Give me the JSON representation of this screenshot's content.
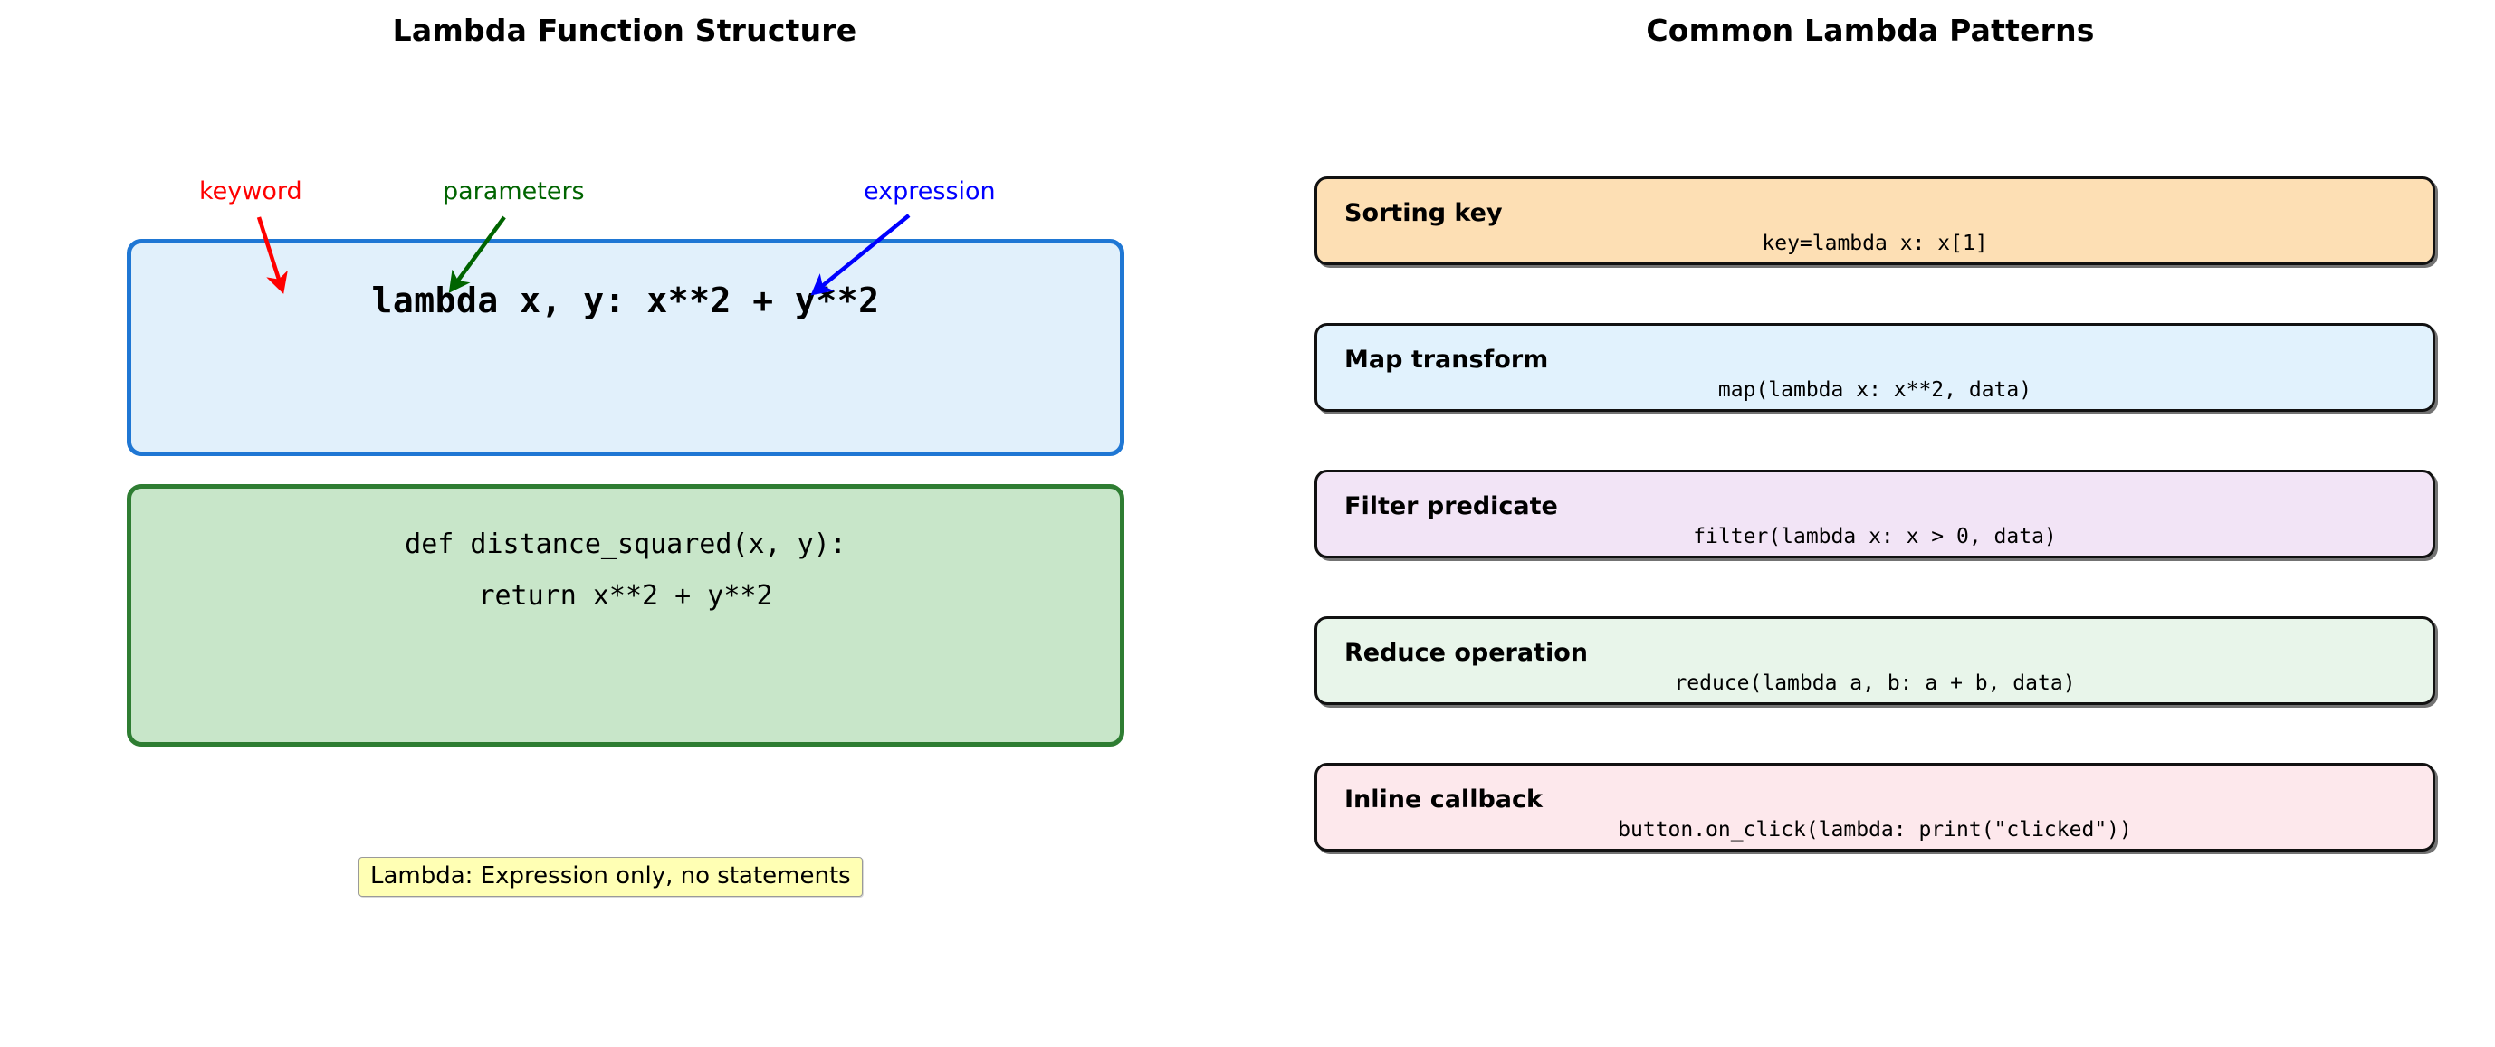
{
  "titles": {
    "left": "Lambda Function Structure",
    "right": "Common Lambda Patterns"
  },
  "left_panel": {
    "lambda_box": {
      "code": "lambda x, y: x**2 + y**2",
      "fill_color": "#e1f0fb",
      "border_color": "#1f77d4"
    },
    "def_box": {
      "line1": "def distance_squared(x, y):",
      "line2": "return x**2 + y**2",
      "fill_color": "#c8e6c9",
      "border_color": "#2e7d32"
    },
    "annotations": [
      {
        "label": "keyword",
        "color": "#ff0000"
      },
      {
        "label": "parameters",
        "color": "#006400"
      },
      {
        "label": "expression",
        "color": "#0000ff"
      }
    ],
    "note": {
      "text": "Lambda: Expression only, no statements",
      "fill_color": "#ffffb4",
      "border_color": "#9a9a9a"
    }
  },
  "right_panel": {
    "patterns": [
      {
        "title": "Sorting key",
        "code": "key=lambda x: x[1]",
        "fill_color": "#fddfb4"
      },
      {
        "title": "Map transform",
        "code": "map(lambda x: x**2, data)",
        "fill_color": "#e1f2fd"
      },
      {
        "title": "Filter predicate",
        "code": "filter(lambda x: x > 0, data)",
        "fill_color": "#f2e4f6"
      },
      {
        "title": "Reduce operation",
        "code": "reduce(lambda a, b: a + b, data)",
        "fill_color": "#e8f5ea"
      },
      {
        "title": "Inline callback",
        "code": "button.on_click(lambda: print(\"clicked\"))",
        "fill_color": "#fde8ec"
      }
    ]
  }
}
